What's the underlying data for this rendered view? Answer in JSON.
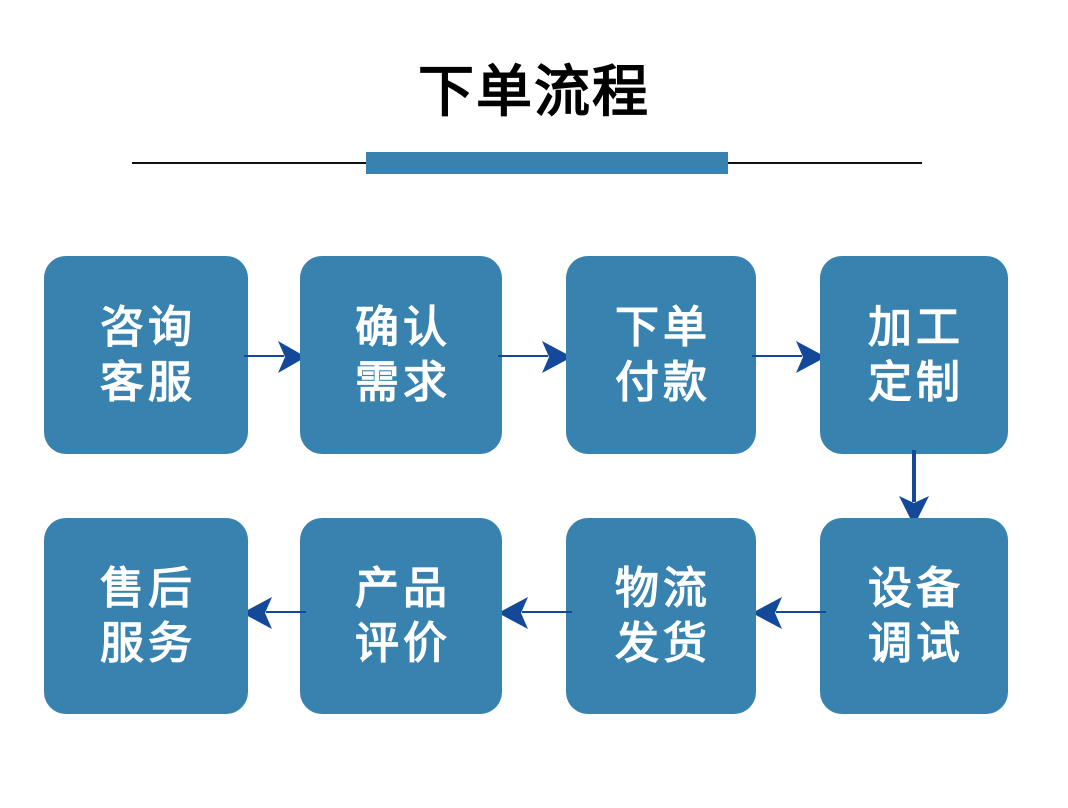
{
  "page": {
    "background_color": "#ffffff",
    "title": "下单流程",
    "title_color": "#000000",
    "accent_color": "#3782ae",
    "rule_color": "#111111",
    "arrow_color": "#14499a"
  },
  "flow": {
    "node_fill": "#3782ae",
    "node_text_color": "#ffffff",
    "nodes": [
      {
        "id": "consult-service",
        "line1": "咨询",
        "line2": "客服",
        "row": 1,
        "order": 1
      },
      {
        "id": "confirm-needs",
        "line1": "确认",
        "line2": "需求",
        "row": 1,
        "order": 2
      },
      {
        "id": "order-payment",
        "line1": "下单",
        "line2": "付款",
        "row": 1,
        "order": 3
      },
      {
        "id": "custom-processing",
        "line1": "加工",
        "line2": "定制",
        "row": 1,
        "order": 4
      },
      {
        "id": "equipment-debug",
        "line1": "设备",
        "line2": "调试",
        "row": 2,
        "order": 5
      },
      {
        "id": "logistics-ship",
        "line1": "物流",
        "line2": "发货",
        "row": 2,
        "order": 6
      },
      {
        "id": "product-review",
        "line1": "产品",
        "line2": "评价",
        "row": 2,
        "order": 7
      },
      {
        "id": "after-sales",
        "line1": "售后",
        "line2": "服务",
        "row": 2,
        "order": 8
      }
    ],
    "connectors": [
      {
        "id": "consult-to-confirm",
        "direction": "right"
      },
      {
        "id": "confirm-to-order",
        "direction": "right"
      },
      {
        "id": "order-to-processing",
        "direction": "right"
      },
      {
        "id": "processing-to-debug",
        "direction": "down"
      },
      {
        "id": "debug-to-logistics",
        "direction": "left"
      },
      {
        "id": "logistics-to-review",
        "direction": "left"
      },
      {
        "id": "review-to-after-sales",
        "direction": "left"
      }
    ]
  }
}
